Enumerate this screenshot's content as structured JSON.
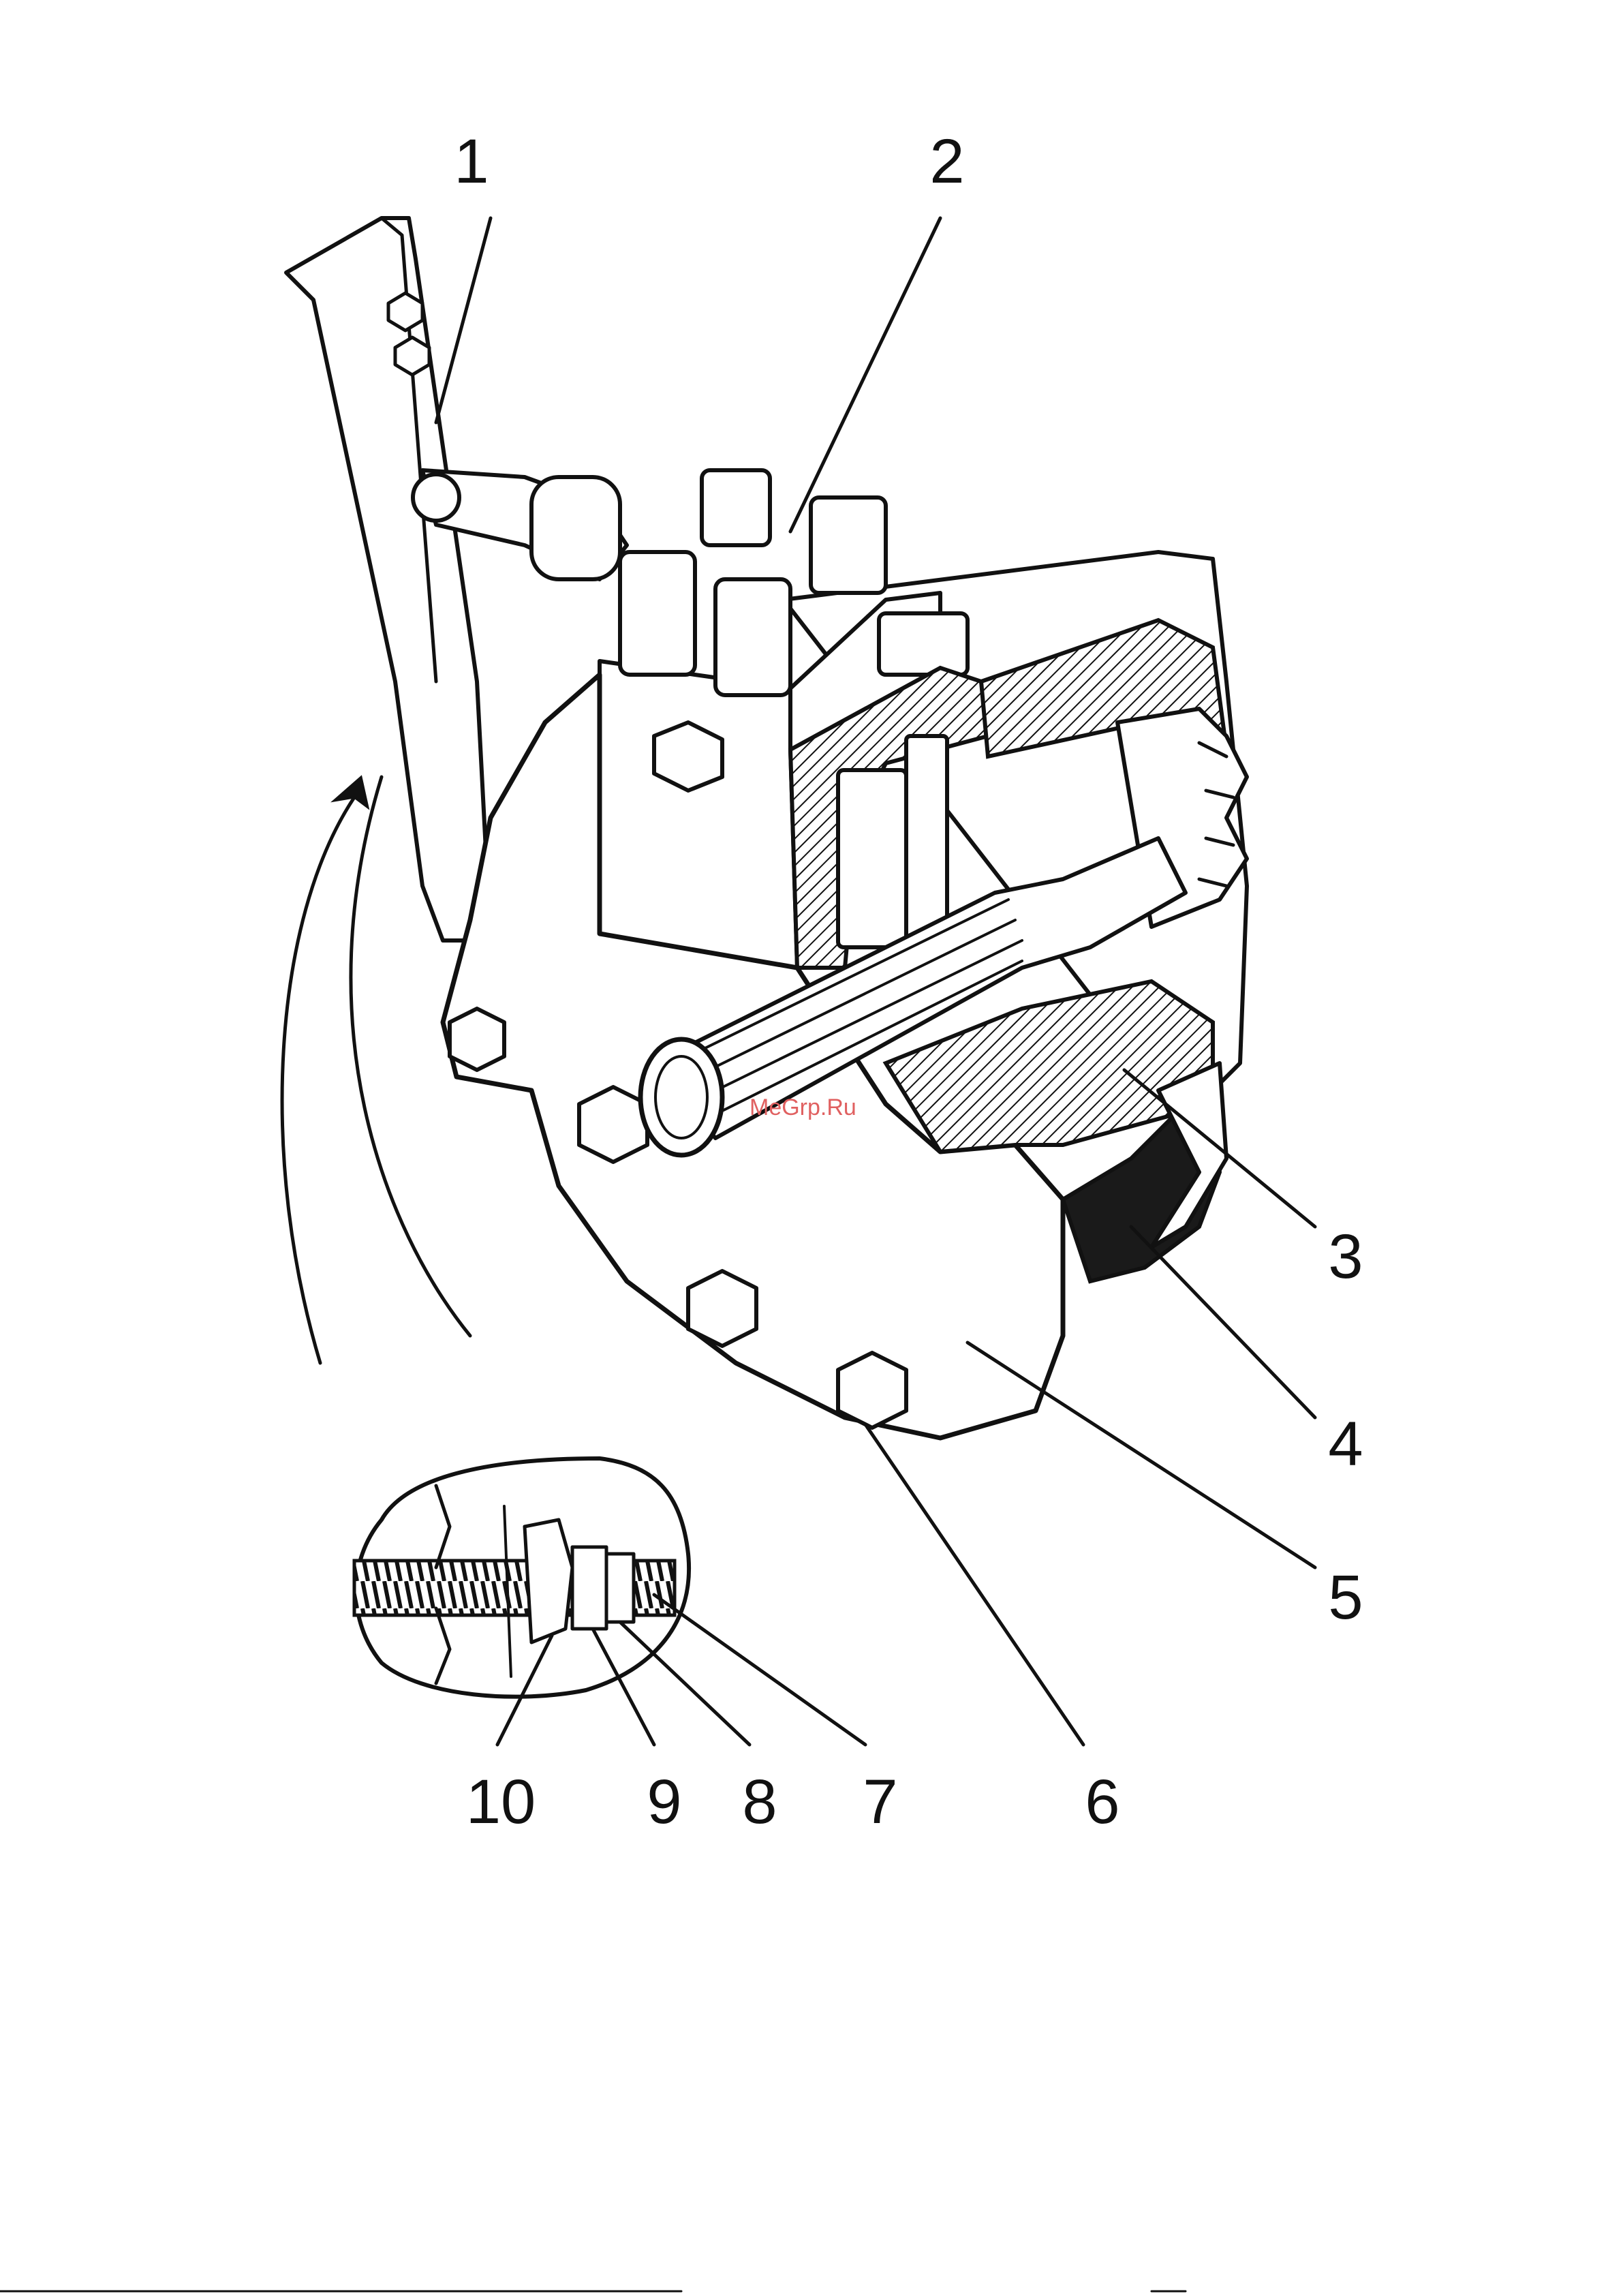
{
  "watermark": "MeGrp.Ru",
  "callouts": [
    {
      "id": "1",
      "label": "1"
    },
    {
      "id": "2",
      "label": "2"
    },
    {
      "id": "3",
      "label": "3"
    },
    {
      "id": "4",
      "label": "4"
    },
    {
      "id": "5",
      "label": "5"
    },
    {
      "id": "6",
      "label": "6"
    },
    {
      "id": "7",
      "label": "7"
    },
    {
      "id": "8",
      "label": "8"
    },
    {
      "id": "9",
      "label": "9"
    },
    {
      "id": "10",
      "label": "10"
    }
  ],
  "colors": {
    "ink": "#111111",
    "paper": "#ffffff",
    "watermark": "#e06060"
  }
}
